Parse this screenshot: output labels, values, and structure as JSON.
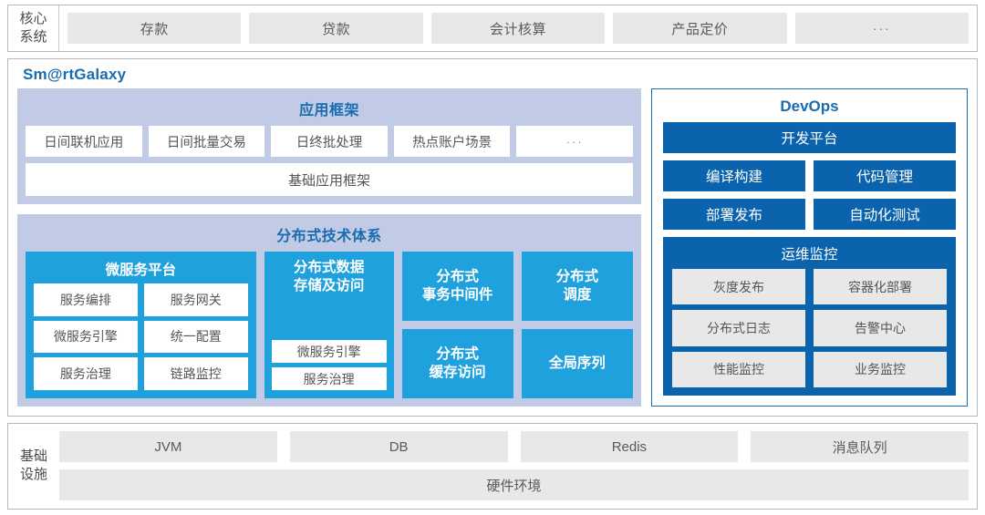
{
  "core_system": {
    "label_line1": "核心",
    "label_line2": "系统",
    "items": [
      {
        "label": "存款"
      },
      {
        "label": "贷款"
      },
      {
        "label": "会计核算"
      },
      {
        "label": "产品定价"
      },
      {
        "label": "···"
      }
    ]
  },
  "platform": {
    "title": "Sm@rtGalaxy",
    "app_framework": {
      "title": "应用框架",
      "items": [
        {
          "label": "日间联机应用"
        },
        {
          "label": "日间批量交易"
        },
        {
          "label": "日终批处理"
        },
        {
          "label": "热点账户场景"
        },
        {
          "label": "···"
        }
      ],
      "base": "基础应用框架"
    },
    "distributed": {
      "title": "分布式技术体系",
      "microservice": {
        "title": "微服务平台",
        "items": [
          {
            "label": "服务编排"
          },
          {
            "label": "服务网关"
          },
          {
            "label": "微服务引擎"
          },
          {
            "label": "统一配置"
          },
          {
            "label": "服务治理"
          },
          {
            "label": "链路监控"
          }
        ]
      },
      "storage": {
        "title": "分布式数据\n存储及访问",
        "title_line1": "分布式数据",
        "title_line2": "存储及访问",
        "items": [
          {
            "label": "微服务引擎"
          },
          {
            "label": "服务治理"
          }
        ]
      },
      "stacks": [
        {
          "cells": [
            {
              "line1": "分布式",
              "line2": "事务中间件"
            },
            {
              "line1": "分布式",
              "line2": "缓存访问"
            }
          ]
        },
        {
          "cells": [
            {
              "line1": "分布式",
              "line2": "调度"
            },
            {
              "line1": "全局序列",
              "line2": ""
            }
          ]
        }
      ]
    },
    "devops": {
      "title": "DevOps",
      "platform_label": "开发平台",
      "pairs": [
        [
          {
            "label": "编译构建"
          },
          {
            "label": "代码管理"
          }
        ],
        [
          {
            "label": "部署发布"
          },
          {
            "label": "自动化测试"
          }
        ]
      ],
      "ops": {
        "title": "运维监控",
        "items": [
          {
            "label": "灰度发布"
          },
          {
            "label": "容器化部署"
          },
          {
            "label": "分布式日志"
          },
          {
            "label": "告警中心"
          },
          {
            "label": "性能监控"
          },
          {
            "label": "业务监控"
          }
        ]
      }
    }
  },
  "infrastructure": {
    "label_line1": "基础",
    "label_line2": "设施",
    "items": [
      {
        "label": "JVM"
      },
      {
        "label": "DB"
      },
      {
        "label": "Redis"
      },
      {
        "label": "消息队列"
      }
    ],
    "hardware": "硬件环境"
  },
  "colors": {
    "accent_blue": "#1a6cb0",
    "cyan": "#1fa1de",
    "dark_blue": "#0b63ad",
    "lavender": "#c2cbe6",
    "gray_chip": "#e8e8e8"
  }
}
